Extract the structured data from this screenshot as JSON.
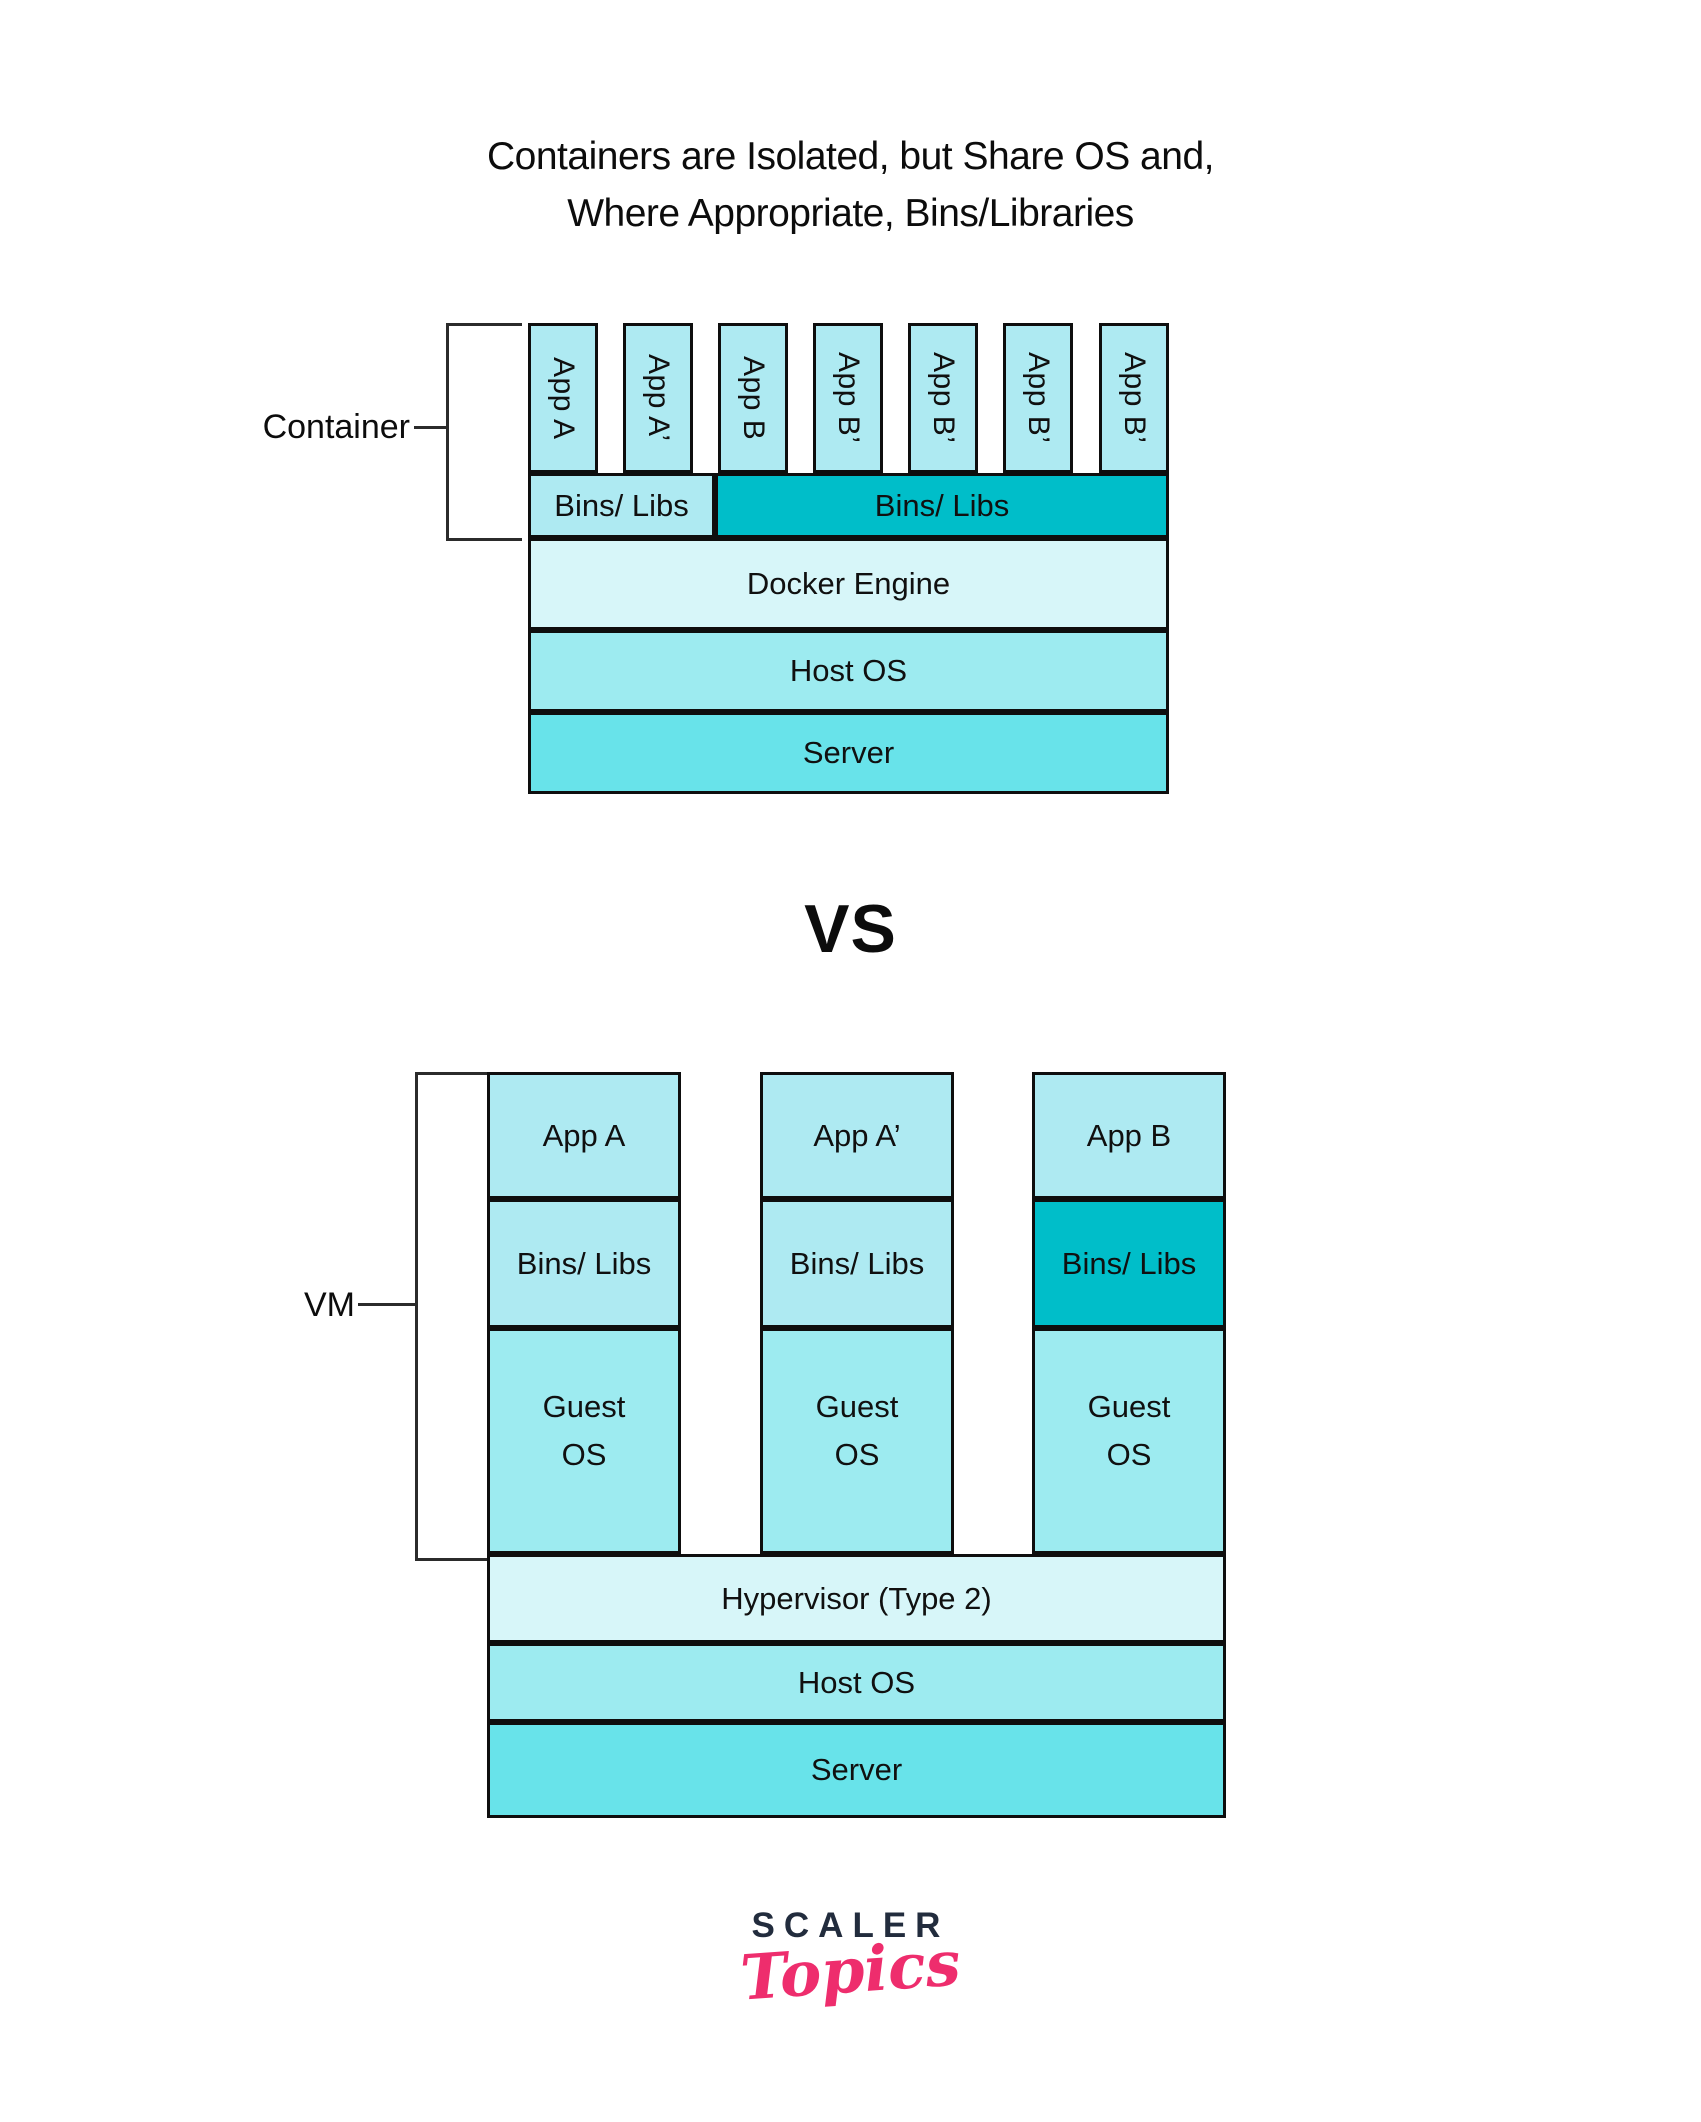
{
  "title": {
    "line1": "Containers are Isolated, but Share OS and,",
    "line2": "Where Appropriate, Bins/Libraries"
  },
  "vs_label": "VS",
  "container_diagram": {
    "bracket_label": "Container",
    "apps": [
      "App A",
      "App A’",
      "App B",
      "App B’",
      "App B’",
      "App B’",
      "App B’"
    ],
    "bins_shared_left": "Bins/ Libs",
    "bins_shared_right": "Bins/ Libs",
    "docker_engine": "Docker Engine",
    "host_os": "Host OS",
    "server": "Server"
  },
  "vm_diagram": {
    "bracket_label": "VM",
    "columns": [
      {
        "app": "App A",
        "bins": "Bins/ Libs",
        "guest": [
          "Guest",
          "OS"
        ]
      },
      {
        "app": "App A’",
        "bins": "Bins/ Libs",
        "guest": [
          "Guest",
          "OS"
        ]
      },
      {
        "app": "App B",
        "bins": "Bins/ Libs",
        "guest": [
          "Guest",
          "OS"
        ]
      }
    ],
    "hypervisor": "Hypervisor (Type 2)",
    "host_os": "Host OS",
    "server": "Server"
  },
  "logo": {
    "brand": "SCALER",
    "wordmark": "Topics"
  },
  "colors": {
    "light_cyan": "#aeeaf2",
    "mid_cyan": "#9debf0",
    "pale_cyan": "#d7f6f9",
    "server_cyan": "#68e3ea",
    "dark_teal": "#00bec9",
    "logo_navy": "#222c3d",
    "logo_pink": "#ee2d6d"
  }
}
